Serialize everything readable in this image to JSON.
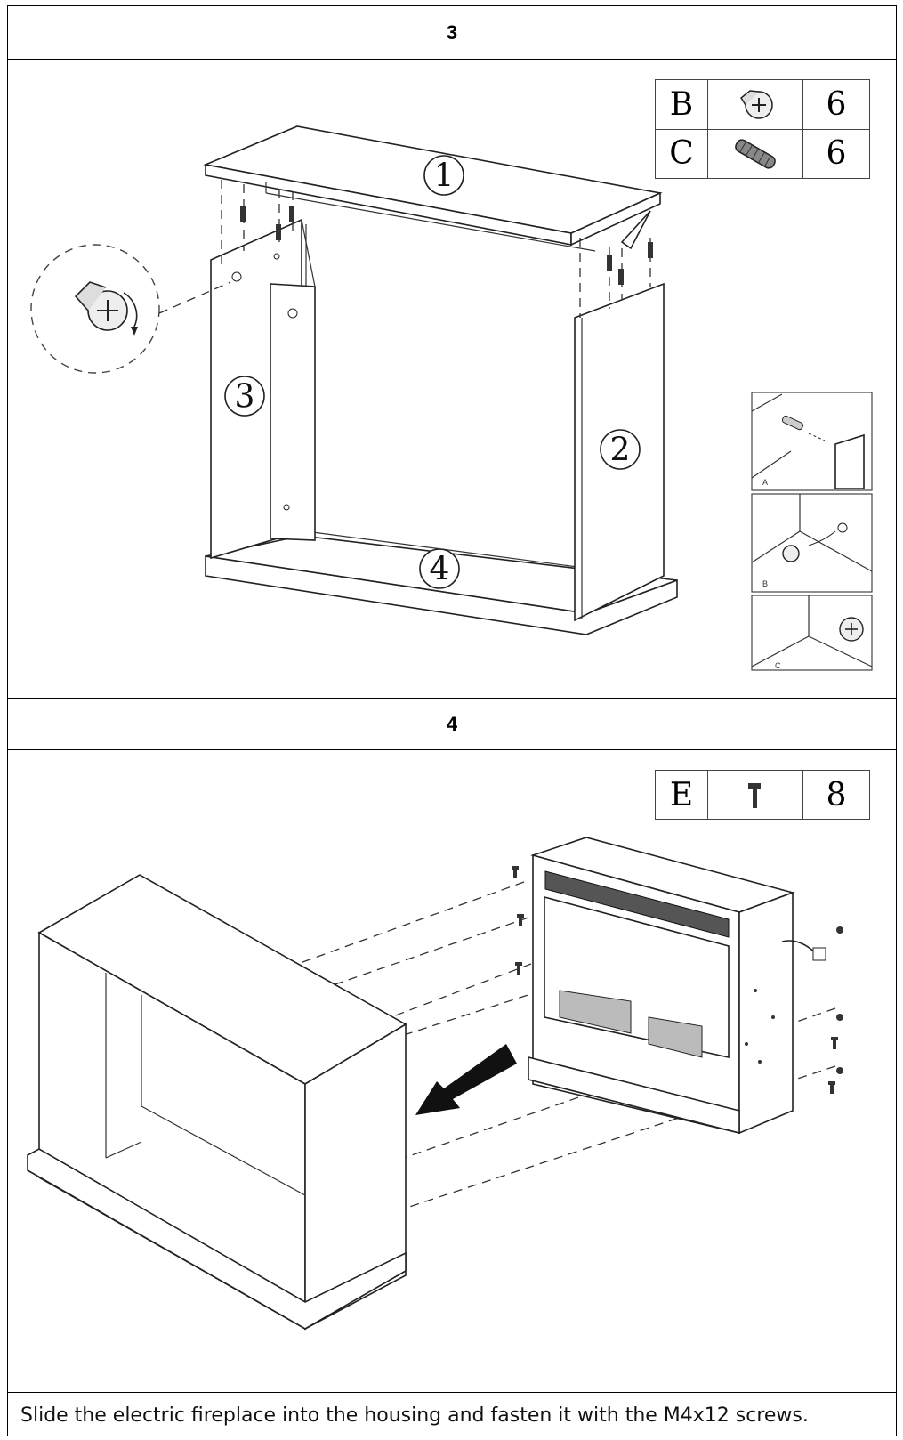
{
  "steps": [
    {
      "number": "3",
      "parts": [
        {
          "letter": "B",
          "icon": "cam-lock-icon",
          "qty": "6"
        },
        {
          "letter": "C",
          "icon": "wood-dowel-icon",
          "qty": "6"
        }
      ],
      "panel_labels": [
        "1",
        "2",
        "3",
        "4"
      ],
      "detail_labels": [
        "A",
        "B",
        "C"
      ]
    },
    {
      "number": "4",
      "parts": [
        {
          "letter": "E",
          "icon": "screw-icon",
          "qty": "8"
        }
      ]
    }
  ],
  "caption": "Slide the electric fireplace into the housing and fasten it with the M4x12 screws."
}
